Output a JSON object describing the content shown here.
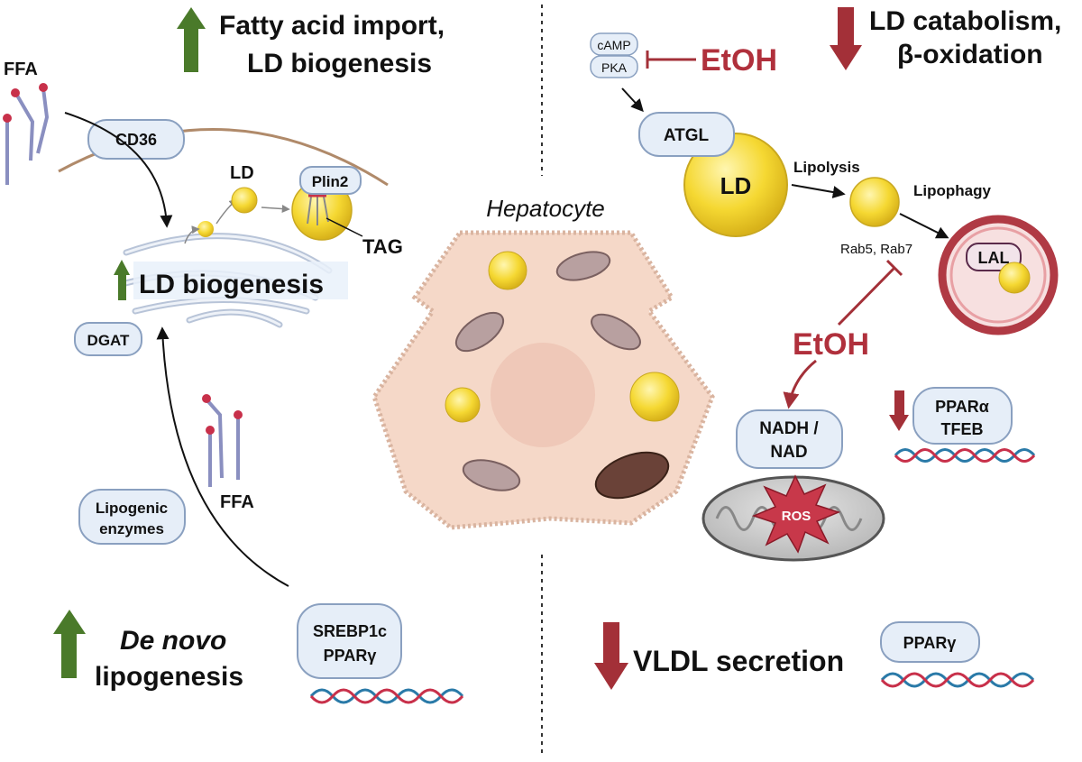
{
  "header_left": {
    "line1": "Fatty acid import,",
    "line2": "LD biogenesis"
  },
  "header_right": {
    "line1": "LD catabolism,",
    "line2": "β-oxidation"
  },
  "left": {
    "ffa_top": "FFA",
    "cd36": "CD36",
    "ld": "LD",
    "plin2": "Plin2",
    "tag": "TAG",
    "ld_biogenesis": "LD biogenesis",
    "dgat": "DGAT",
    "ffa_mid": "FFA",
    "lipogenic_line1": "Lipogenic",
    "lipogenic_line2": "enzymes",
    "de_novo": "De novo",
    "lipogenesis": "lipogenesis",
    "srebp": "SREBP1c",
    "ppar_g": "PPARγ"
  },
  "center": {
    "hepatocyte": "Hepatocyte"
  },
  "right": {
    "camp": "cAMP",
    "pka": "PKA",
    "etoh_top": "EtOH",
    "atgl": "ATGL",
    "ld": "LD",
    "lipolysis": "Lipolysis",
    "lipophagy": "Lipophagy",
    "rab": "Rab5, Rab7",
    "lal": "LAL",
    "etoh_mid": "EtOH",
    "nadh_line1": "NADH /",
    "nadh_line2": "NAD",
    "ros": "ROS",
    "ppara": "PPARα",
    "tfeb": "TFEB",
    "vldl": "VLDL secretion",
    "ppar_g": "PPARγ"
  },
  "colors": {
    "up_arrow": "#4a7a2a",
    "down_arrow": "#a33038",
    "inhibit": "#a33038",
    "lipid": "#f2d43a",
    "cell": "#f5d8c8"
  }
}
